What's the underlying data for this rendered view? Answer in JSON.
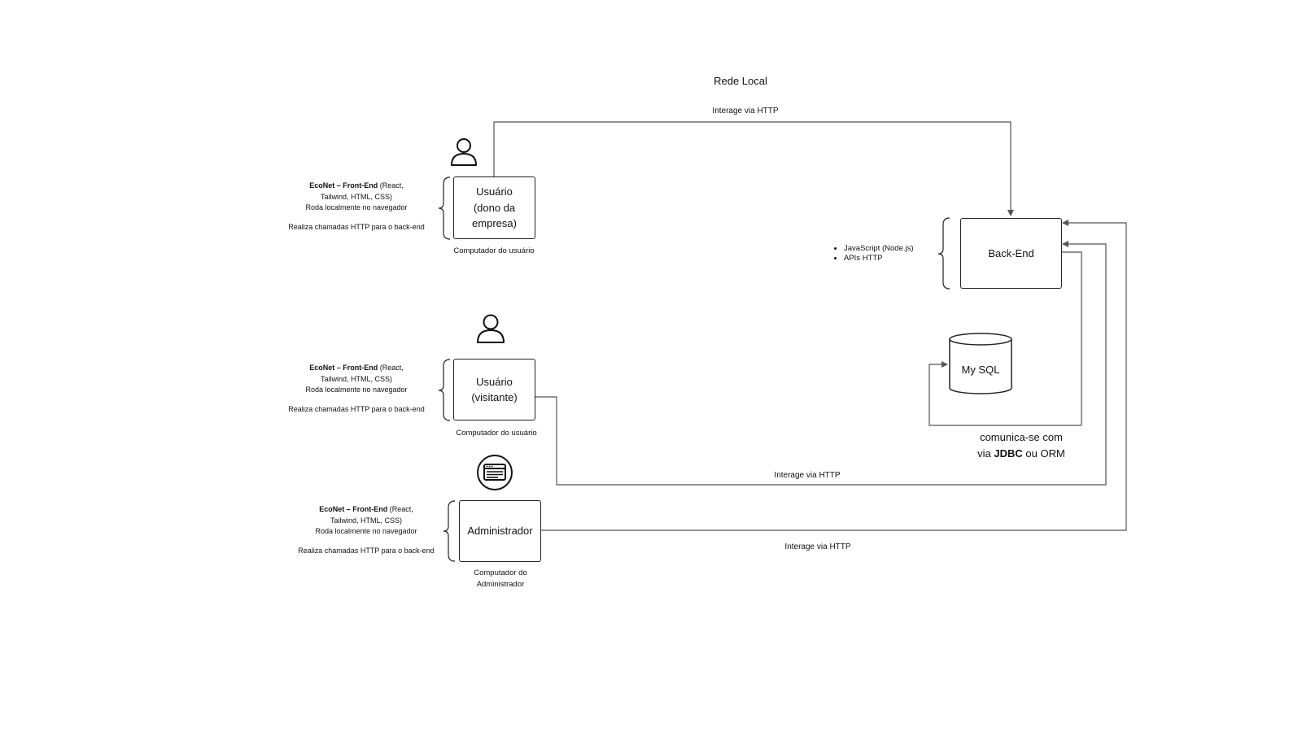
{
  "title": "Rede Local",
  "edges": {
    "owner_to_backend": "Interage via HTTP",
    "visitor_to_backend": "Interage via HTTP",
    "admin_to_backend": "Interage via HTTP"
  },
  "owner": {
    "box_label": "Usuário\n(dono da\nempresa)",
    "caption": "Computador do usuário",
    "desc_bold": "EcoNet – Front-End",
    "desc_line1_rest": " (React,",
    "desc_line2": "Tailwind, HTML, CSS)",
    "desc_line3": "Roda localmente no navegador",
    "desc_line4": "Realiza chamadas HTTP para o back-end",
    "icon": "user-icon"
  },
  "visitor": {
    "box_label": "Usuário\n(visitante)",
    "caption": "Computador do usuário",
    "desc_bold": "EcoNet – Front-End",
    "desc_line1_rest": " (React,",
    "desc_line2": "Tailwind, HTML, CSS)",
    "desc_line3": "Roda localmente no navegador",
    "desc_line4": "Realiza chamadas HTTP para o back-end",
    "icon": "user-icon"
  },
  "admin": {
    "box_label": "Administrador",
    "caption_line1": "Computador do",
    "caption_line2": "Administrador",
    "desc_bold": "EcoNet – Front-End",
    "desc_line1_rest": " (React,",
    "desc_line2": "Tailwind, HTML, CSS)",
    "desc_line3": "Roda localmente no navegador",
    "desc_line4": "Realiza chamadas HTTP para o back-end",
    "icon": "browser-window-icon"
  },
  "backend": {
    "box_label": "Back-End",
    "bullets": [
      "JavaScript (Node.js)",
      "APIs HTTP"
    ]
  },
  "database": {
    "label": "My SQL",
    "note_line1": "comunica-se com",
    "note_line2_prefix": "via ",
    "note_line2_bold": "JDBC",
    "note_line2_suffix": " ou ORM",
    "icon": "database-cylinder-icon"
  }
}
